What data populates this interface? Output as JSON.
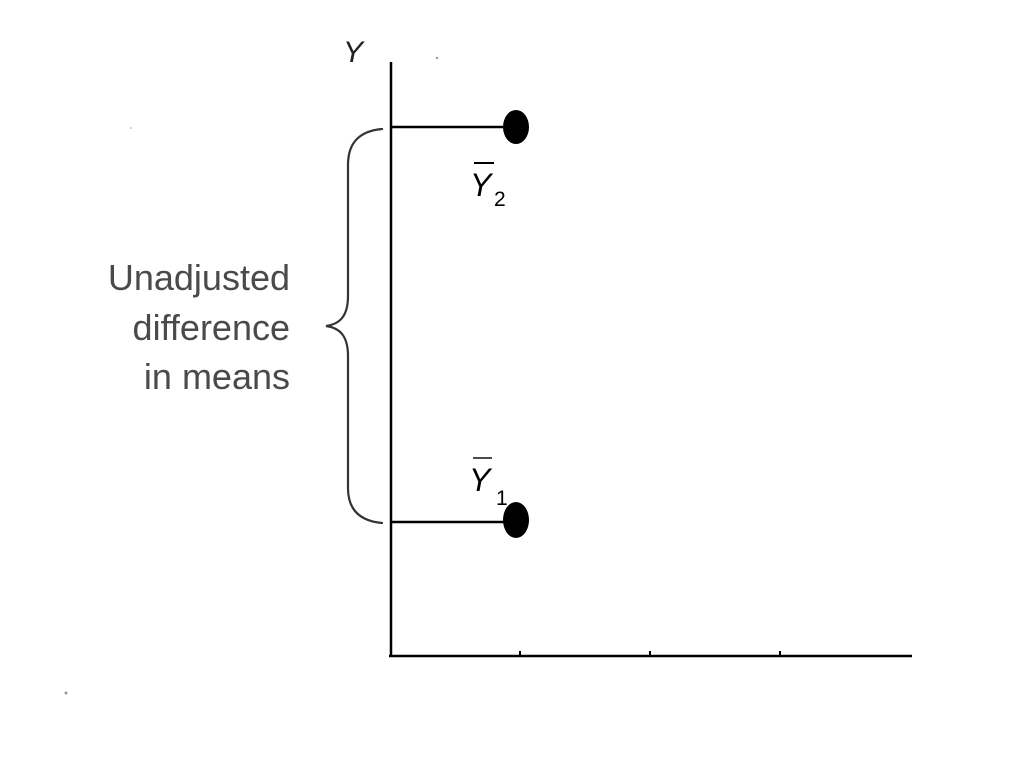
{
  "diagram": {
    "axis": {
      "y_label": "Y",
      "x_ticks": 3
    },
    "brace_label": [
      "Unadjusted",
      "difference",
      "in means"
    ],
    "means": [
      {
        "symbol": "Y",
        "subscript": "2",
        "level": "high"
      },
      {
        "symbol": "Y",
        "subscript": "1",
        "level": "low"
      }
    ],
    "colors": {
      "line": "#000000",
      "label_text": "#4a4a4a",
      "dot": "#000000"
    }
  }
}
